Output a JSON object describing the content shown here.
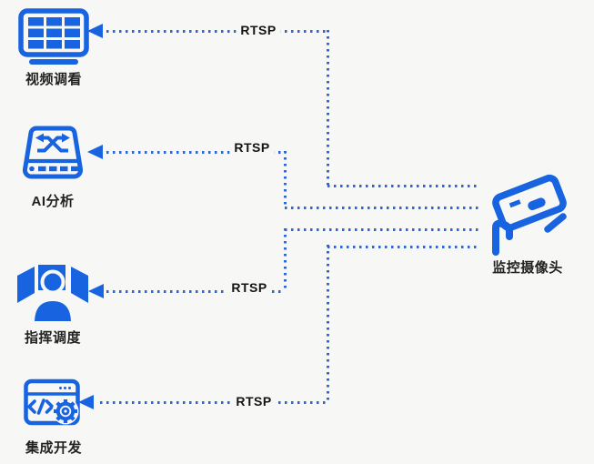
{
  "colors": {
    "background": "#f7f8f5",
    "icon_blue": "#1763e0",
    "line_blue": "#2b66d2",
    "text": "#222222"
  },
  "camera": {
    "label": "监控摄像头",
    "icon": "cctv-camera-icon"
  },
  "targets": [
    {
      "id": "video-viewing",
      "label": "视频调看",
      "icon": "video-wall-icon"
    },
    {
      "id": "ai-analysis",
      "label": "AI分析",
      "icon": "network-switch-icon"
    },
    {
      "id": "command-dispatch",
      "label": "指挥调度",
      "icon": "operator-screens-icon"
    },
    {
      "id": "integration-dev",
      "label": "集成开发",
      "icon": "code-gear-icon"
    }
  ],
  "connections": [
    {
      "from": "监控摄像头",
      "to": "视频调看",
      "protocol": "RTSP"
    },
    {
      "from": "监控摄像头",
      "to": "AI分析",
      "protocol": "RTSP"
    },
    {
      "from": "监控摄像头",
      "to": "指挥调度",
      "protocol": "RTSP"
    },
    {
      "from": "监控摄像头",
      "to": "集成开发",
      "protocol": "RTSP"
    }
  ]
}
